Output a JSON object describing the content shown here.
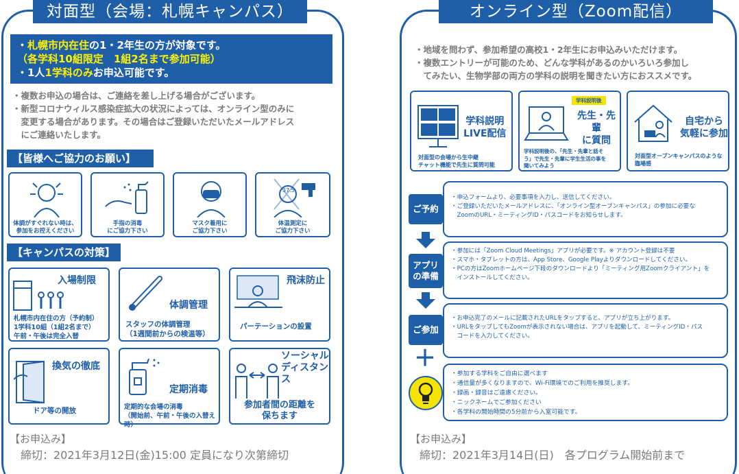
{
  "left": {
    "banner": "対面型（会場：札幌キャンパス）",
    "target": {
      "line1_pre": "・",
      "line1_yellow": "札幌市内在住",
      "line1_post": "の1・2年生の方が対象です。",
      "line2_yellow": "（各学科10組限定　1組2名まで参加可能）",
      "line3_pre": "・1人",
      "line3_yellow": "1学科のみ",
      "line3_post": "お申込可能です。"
    },
    "notes": [
      "・複数お申込の場合は、ご連絡を差し上げる場合がございます。",
      "・新型コロナウィルス感染症拡大の状況によっては、オンライン型のみに",
      "　変更する場合があります。その場合はご登録いただいたメールアドレス",
      "　にご連絡いたします。"
    ],
    "coop_title": "【皆様へご協力のお願い】",
    "coop_cards": [
      {
        "caption": "体調がすぐれない時は、\n参加をお控えください",
        "icon": "sick-person-icon"
      },
      {
        "caption": "手指の消毒\nにご協力下さい",
        "icon": "hand-sanitizer-icon"
      },
      {
        "caption": "マスク着用に\nご協力下さい",
        "icon": "mask-icon"
      },
      {
        "caption": "体温測定に\nご協力下さい",
        "icon": "thermometer-gun-icon",
        "reading": "37.5"
      }
    ],
    "measure_title": "【キャンパスの対策】",
    "measures": [
      {
        "title": "入場制限",
        "detail": "札幌市内在住の方（予約制）\n1学科10組（1組2名まで）\n午前・午後は完全入替",
        "icon": "entry-limit-icon"
      },
      {
        "title": "体調管理",
        "detail": "スタッフの体調管理\n（1週間前からの検温等）",
        "icon": "thermometer-icon"
      },
      {
        "title": "飛沫防止",
        "detail": "パーテーションの設置",
        "icon": "partition-icon"
      },
      {
        "title": "換気の徹底",
        "detail": "ドア等の開放",
        "icon": "window-icon"
      },
      {
        "title": "定期消毒",
        "detail": "定期的な会場の消毒\n（開始前、午前・午後の入替え時）",
        "icon": "spray-icon"
      },
      {
        "title": "ソーシャル\nディスタンス",
        "detail": "参加者間の距離を\n保ちます",
        "icon": "distance-icon"
      }
    ],
    "footer_label": "【お申込み】",
    "footer_deadline": "締切：2021年3月12日(金)15:00 定員になり次第締切"
  },
  "right": {
    "banner": "オンライン型（Zoom配信）",
    "notes": [
      "・地域を問わず、参加希望の高校1・2年生にお申込みいただけます。",
      "・複数エントリーが可能のため、どんな学科があるのかいろいろ参加し",
      "　てみたい、生物学部の両方の学科の説明を聞きたい方におススメです。"
    ],
    "features": [
      {
        "title": "学科説明\nLIVE配信",
        "detail": "対面型の会場から生中継\nチャット機能で先生に質問可能",
        "icon": "live-grid-icon"
      },
      {
        "badge": "学科説明後",
        "title": "先生・先輩\nに質問",
        "detail": "学科説明後の、「先生・先輩と話そ\nう」で先生・先輩に学生生活の事を\n聞いてみよう",
        "icon": "laptop-person-icon"
      },
      {
        "title": "自宅から\n気軽に参加",
        "detail": "対面型オープンキャンパスのような\n臨場感",
        "icon": "home-icon"
      }
    ],
    "steps": [
      {
        "label": "ご予約",
        "lines": [
          "・申込フォームより、必要事項を入力し、送信してください。",
          "・ご登録いただいたメールアドレスに、「オンライン型オープンキャンパス」の参加に必要な",
          "　ZoomのURL・ミーティングID・パスコードをお知らせします。"
        ]
      },
      {
        "label": "アプリ\nの準備",
        "lines": [
          "・参加には「Zoom Cloud Meetings」アプリが必要です。※ アカウント登録は不要",
          "・スマホ・タブレットの方は、App Store、Google Playよりダウンロードしてください。",
          "・PCの方はZoomホームページ下段のダウンロードより「ミーティング用Zoomクライアント」を",
          "　インストールしてください。"
        ]
      },
      {
        "label": "ご参加",
        "lines": [
          "・お申込完了のメールに記載されたURLをタップすると、アプリが立ち上がります。",
          "・URLをタップしてもZoomが表示されない場合は、アプリを起動して、ミーティングID・パス",
          "　コードを入力してください。"
        ]
      }
    ],
    "plus": "＋",
    "tips": [
      "・参加する学科をご自由に選べます",
      "・通信量が多くなりますので、Wi-Fi環境でのご利用を推奨します。",
      "・録画・録音はご遠慮ください。",
      "・ニックネームでご参加ください",
      "・各学科の開始時間の5分前から入室可能です。"
    ],
    "footer_label": "【お申込み】",
    "footer_deadline": "締切：2021年3月14日(日)　各プログラム開始前まで"
  },
  "colors": {
    "primary": "#1f5fa8",
    "highlight": "#fff200",
    "note_gray": "#7a7a7a",
    "bulb": "#f5e400"
  }
}
